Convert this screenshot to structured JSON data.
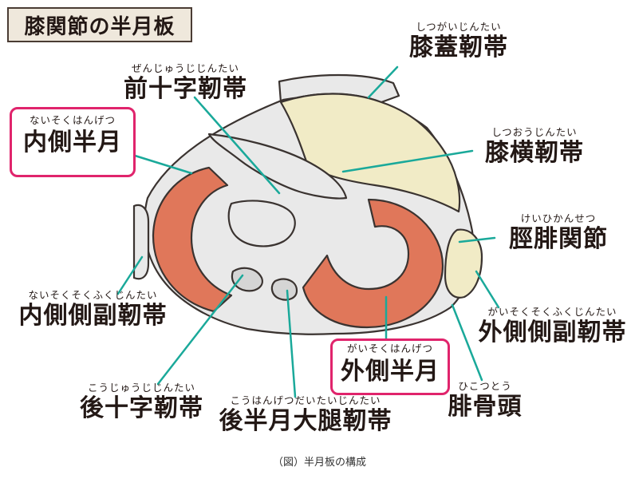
{
  "title": "膝関節の半月板",
  "labels": {
    "shitsugai": {
      "furigana": "しつがいじんたい",
      "text": "膝蓋靭帯"
    },
    "zenjuji": {
      "furigana": "ぜんじゅうじじんたい",
      "text": "前十字靭帯"
    },
    "naisoku_hangetsu": {
      "furigana": "ないそくはんげつ",
      "text": "内側半月"
    },
    "shitsuou": {
      "furigana": "しつおうじんたい",
      "text": "膝横靭帯"
    },
    "keihi": {
      "furigana": "けいひかんせつ",
      "text": "脛腓関節"
    },
    "naisoku_fukujin": {
      "furigana": "ないそくそくふくじんたい",
      "text": "内側側副靭帯"
    },
    "gaisoku_fukujin": {
      "furigana": "がいそくそくふくじんたい",
      "text": "外側側副靭帯"
    },
    "gaisoku_hangetsu": {
      "furigana": "がいそくはんげつ",
      "text": "外側半月"
    },
    "kojuji": {
      "furigana": "こうじゅうじじんたい",
      "text": "後十字靭帯"
    },
    "kohangetsu": {
      "furigana": "こうはんげつだいたいじんたい",
      "text": "後半月大腿靭帯"
    },
    "hikotsu": {
      "furigana": "ひこつとう",
      "text": "腓骨頭"
    }
  },
  "caption": "（図）半月板の構成",
  "colors": {
    "meniscus": "#e0775a",
    "bone": "#e9e9e9",
    "outline": "#3a3330",
    "leader": "#1aa99a",
    "cream": "#f1ebc6",
    "highlight_frame": "#e0246c"
  }
}
